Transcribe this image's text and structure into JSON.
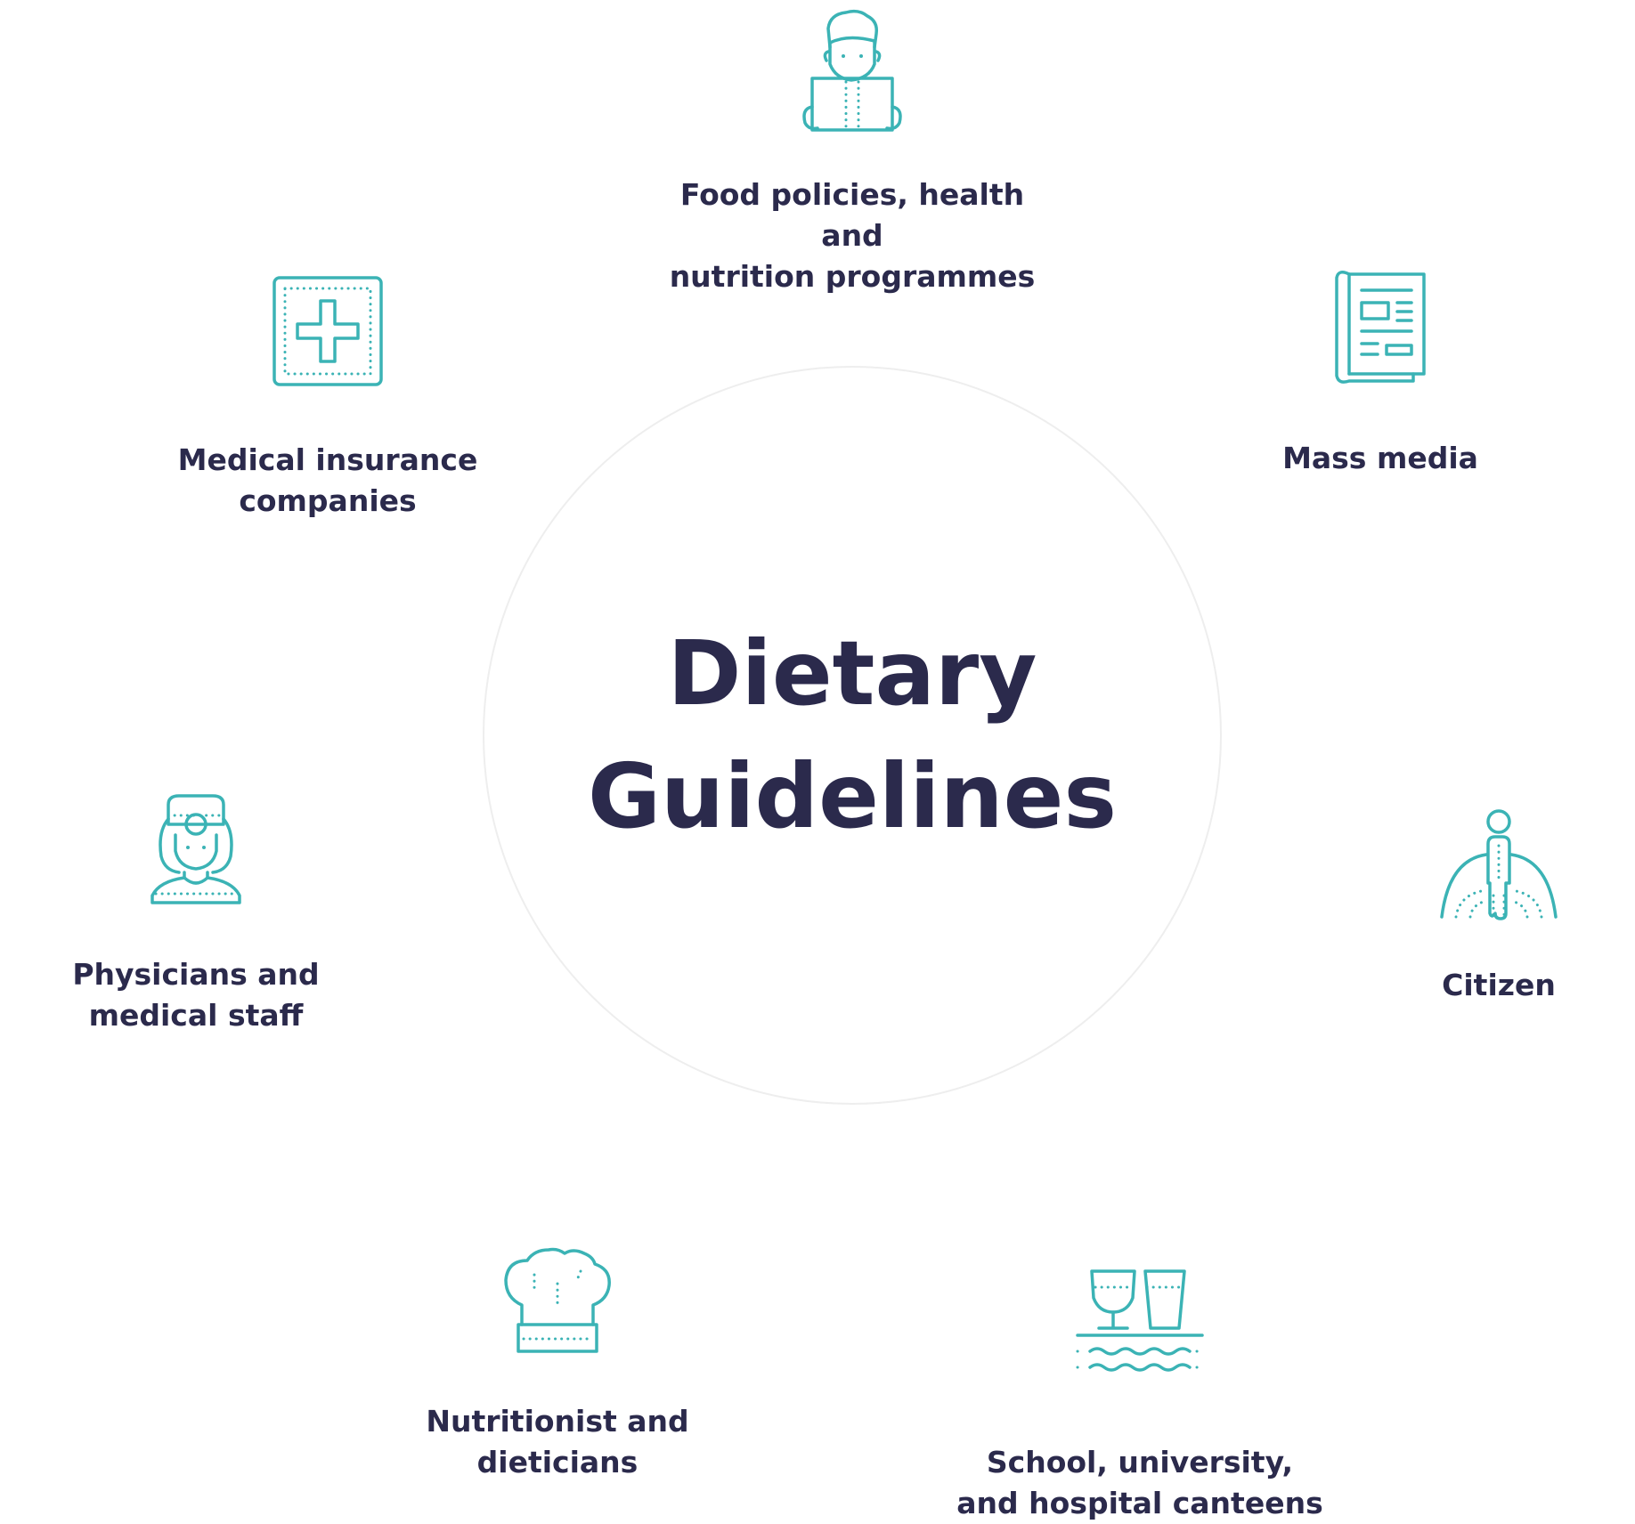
{
  "diagram": {
    "center": {
      "title": "Dietary\nGuidelines"
    },
    "accent_color": "#3bb3b5",
    "text_color": "#2b2a4c",
    "stakeholders": [
      {
        "key": "food_policies",
        "label": "Food policies, health and\nnutrition programmes",
        "icon": "reading-person-icon"
      },
      {
        "key": "mass_media",
        "label": "Mass media",
        "icon": "newspaper-icon"
      },
      {
        "key": "citizen",
        "label": "Citizen",
        "icon": "person-on-globe-icon"
      },
      {
        "key": "canteens",
        "label": "School, university,\nand hospital canteens",
        "icon": "glasses-on-table-icon"
      },
      {
        "key": "nutritionists",
        "label": "Nutritionist and\ndieticians",
        "icon": "chef-hat-icon"
      },
      {
        "key": "physicians",
        "label": "Physicians and\nmedical staff",
        "icon": "doctor-icon"
      },
      {
        "key": "insurance",
        "label": "Medical insurance\ncompanies",
        "icon": "medical-cross-icon"
      }
    ]
  }
}
